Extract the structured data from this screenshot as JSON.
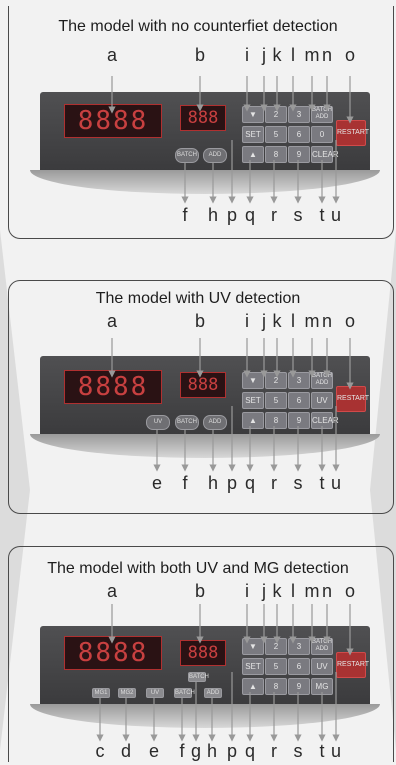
{
  "panel1": {
    "title": "The model with no counterfiet detection",
    "top_labels": [
      "a",
      "b",
      "i",
      "j",
      "k",
      "l",
      "m",
      "n",
      "o"
    ],
    "bottom_labels": [
      "f",
      "h",
      "p",
      "q",
      "r",
      "s",
      "t",
      "u"
    ],
    "main_display": "8888",
    "batch_display": "888",
    "keys": [
      "▼",
      "2",
      "3",
      "BATCH ADD",
      "SET",
      "5",
      "6",
      "0",
      "▲",
      "8",
      "9",
      "CLEAR"
    ],
    "restart": "RESTART",
    "round_buttons": [
      "BATCH",
      "ADD"
    ]
  },
  "panel2": {
    "title": "The model with UV detection",
    "top_labels": [
      "a",
      "b",
      "i",
      "j",
      "k",
      "l",
      "m",
      "n",
      "o"
    ],
    "bottom_labels": [
      "e",
      "f",
      "h",
      "p",
      "q",
      "r",
      "s",
      "t",
      "u"
    ],
    "main_display": "8888",
    "batch_display": "888",
    "keys": [
      "▼",
      "2",
      "3",
      "BATCH ADD",
      "SET",
      "5",
      "6",
      "UV",
      "▲",
      "8",
      "9",
      "CLEAR"
    ],
    "restart": "RESTART",
    "round_buttons": [
      "UV",
      "BATCH",
      "ADD"
    ]
  },
  "panel3": {
    "title": "The model with both UV and MG detection",
    "top_labels": [
      "a",
      "b",
      "i",
      "j",
      "k",
      "l",
      "m",
      "n",
      "o"
    ],
    "bottom_labels": [
      "c",
      "d",
      "e",
      "f",
      "g",
      "h",
      "p",
      "q",
      "r",
      "s",
      "t",
      "u"
    ],
    "main_display": "8888",
    "batch_display": "888",
    "keys": [
      "▼",
      "2",
      "3",
      "BATCH ADD",
      "SET",
      "5",
      "6",
      "UV",
      "▲",
      "8",
      "9",
      "MG"
    ],
    "restart": "RESTART",
    "round_buttons": [
      "MG1",
      "MG2",
      "UV",
      "BATCH",
      "ADD"
    ],
    "extra_button": "BATCH"
  }
}
